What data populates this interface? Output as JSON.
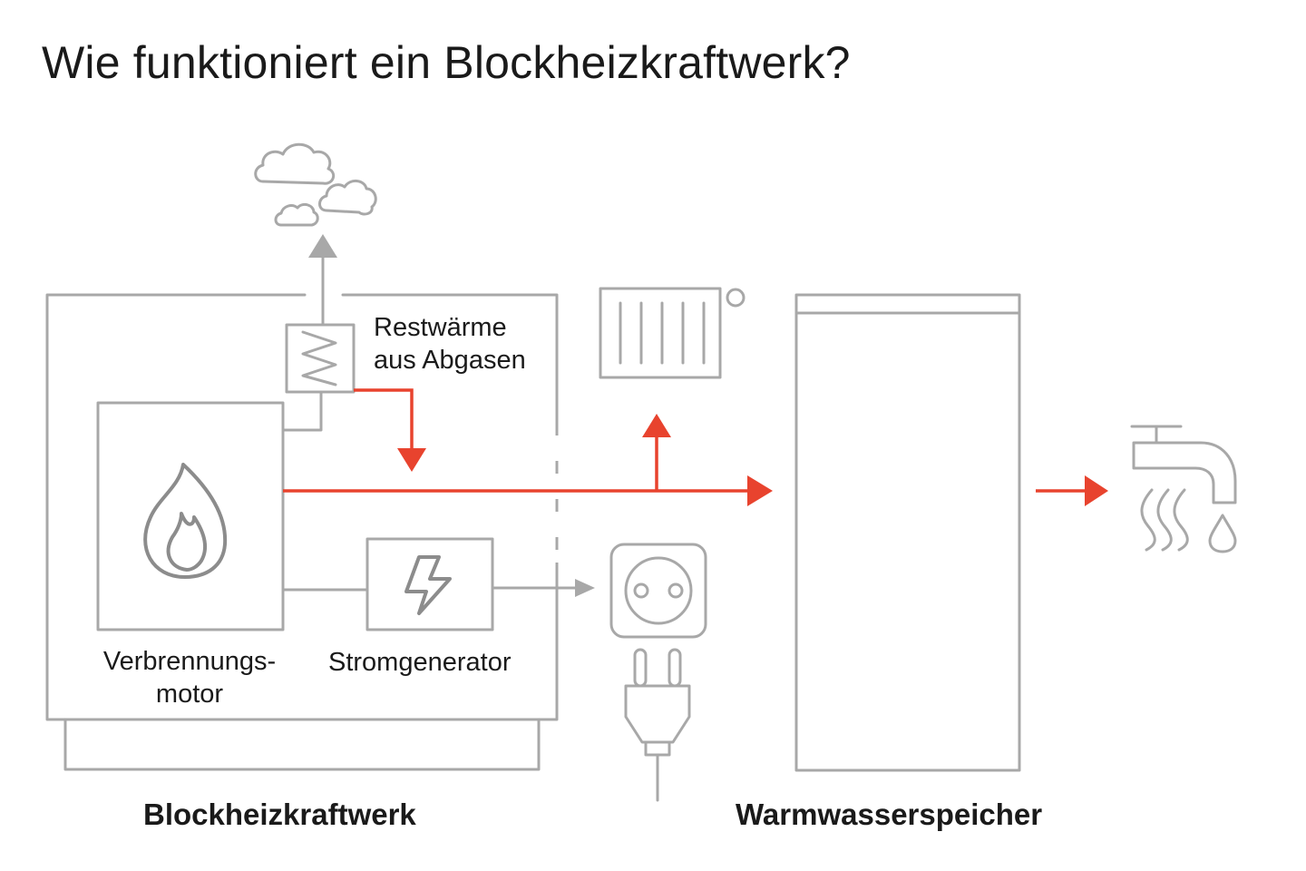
{
  "title": "Wie funktioniert ein Blockheizkraftwerk?",
  "labels": {
    "restwaerme_line1": "Restwärme",
    "restwaerme_line2": "aus Abgasen",
    "motor_line1": "Verbrennungs-",
    "motor_line2": "motor",
    "generator": "Stromgenerator",
    "bhkw": "Blockheizkraftwerk",
    "speicher": "Warmwasserspeicher"
  },
  "colors": {
    "heat_flow": "#e8432e",
    "outline": "#a8a8a8",
    "icon": "#8c8c8c"
  },
  "icons": [
    "cloud-icon",
    "heat-exchanger-icon",
    "flame-icon",
    "lightning-icon",
    "radiator-icon",
    "power-socket-icon",
    "power-plug-icon",
    "water-tap-icon",
    "water-drop-icon",
    "steam-icon"
  ]
}
